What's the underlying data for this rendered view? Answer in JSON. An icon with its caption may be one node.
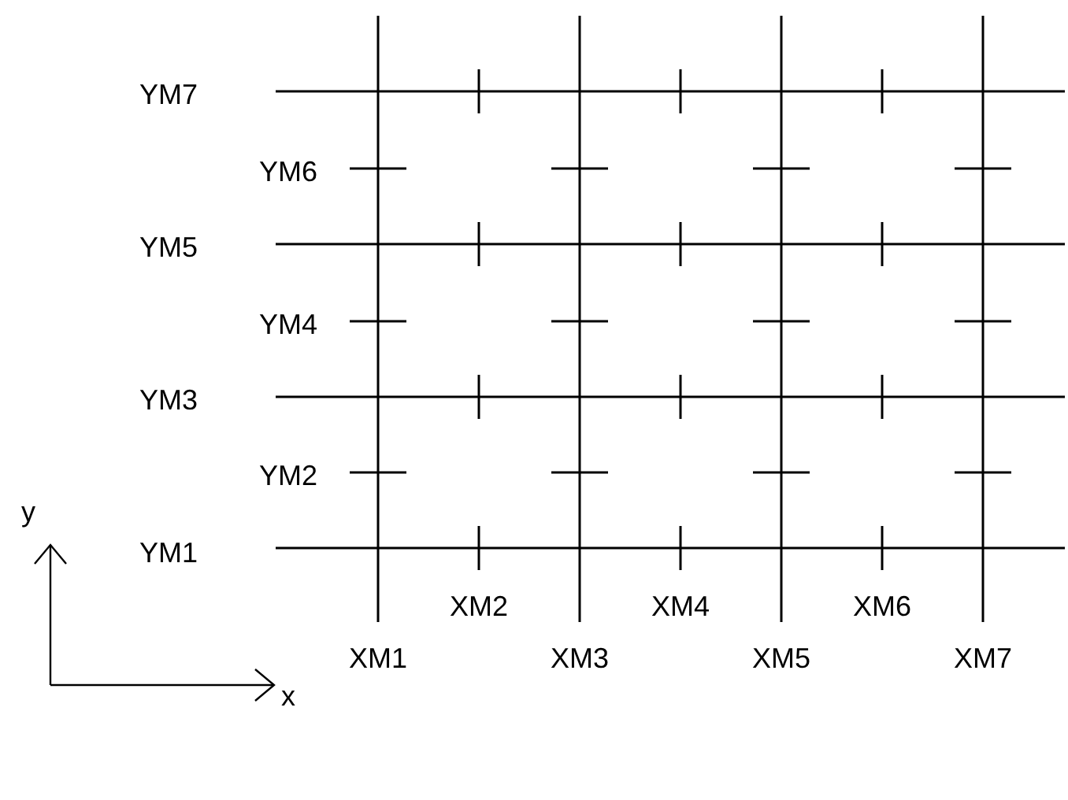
{
  "diagram": {
    "labels": [
      "YM7",
      "YM6",
      "YM5",
      "YM4",
      "YM3",
      "YM2",
      "y",
      "YM1",
      "XM2",
      "XM4",
      "XM6",
      "XM1",
      "XM3",
      "XM5",
      "XM7",
      "x"
    ]
  }
}
